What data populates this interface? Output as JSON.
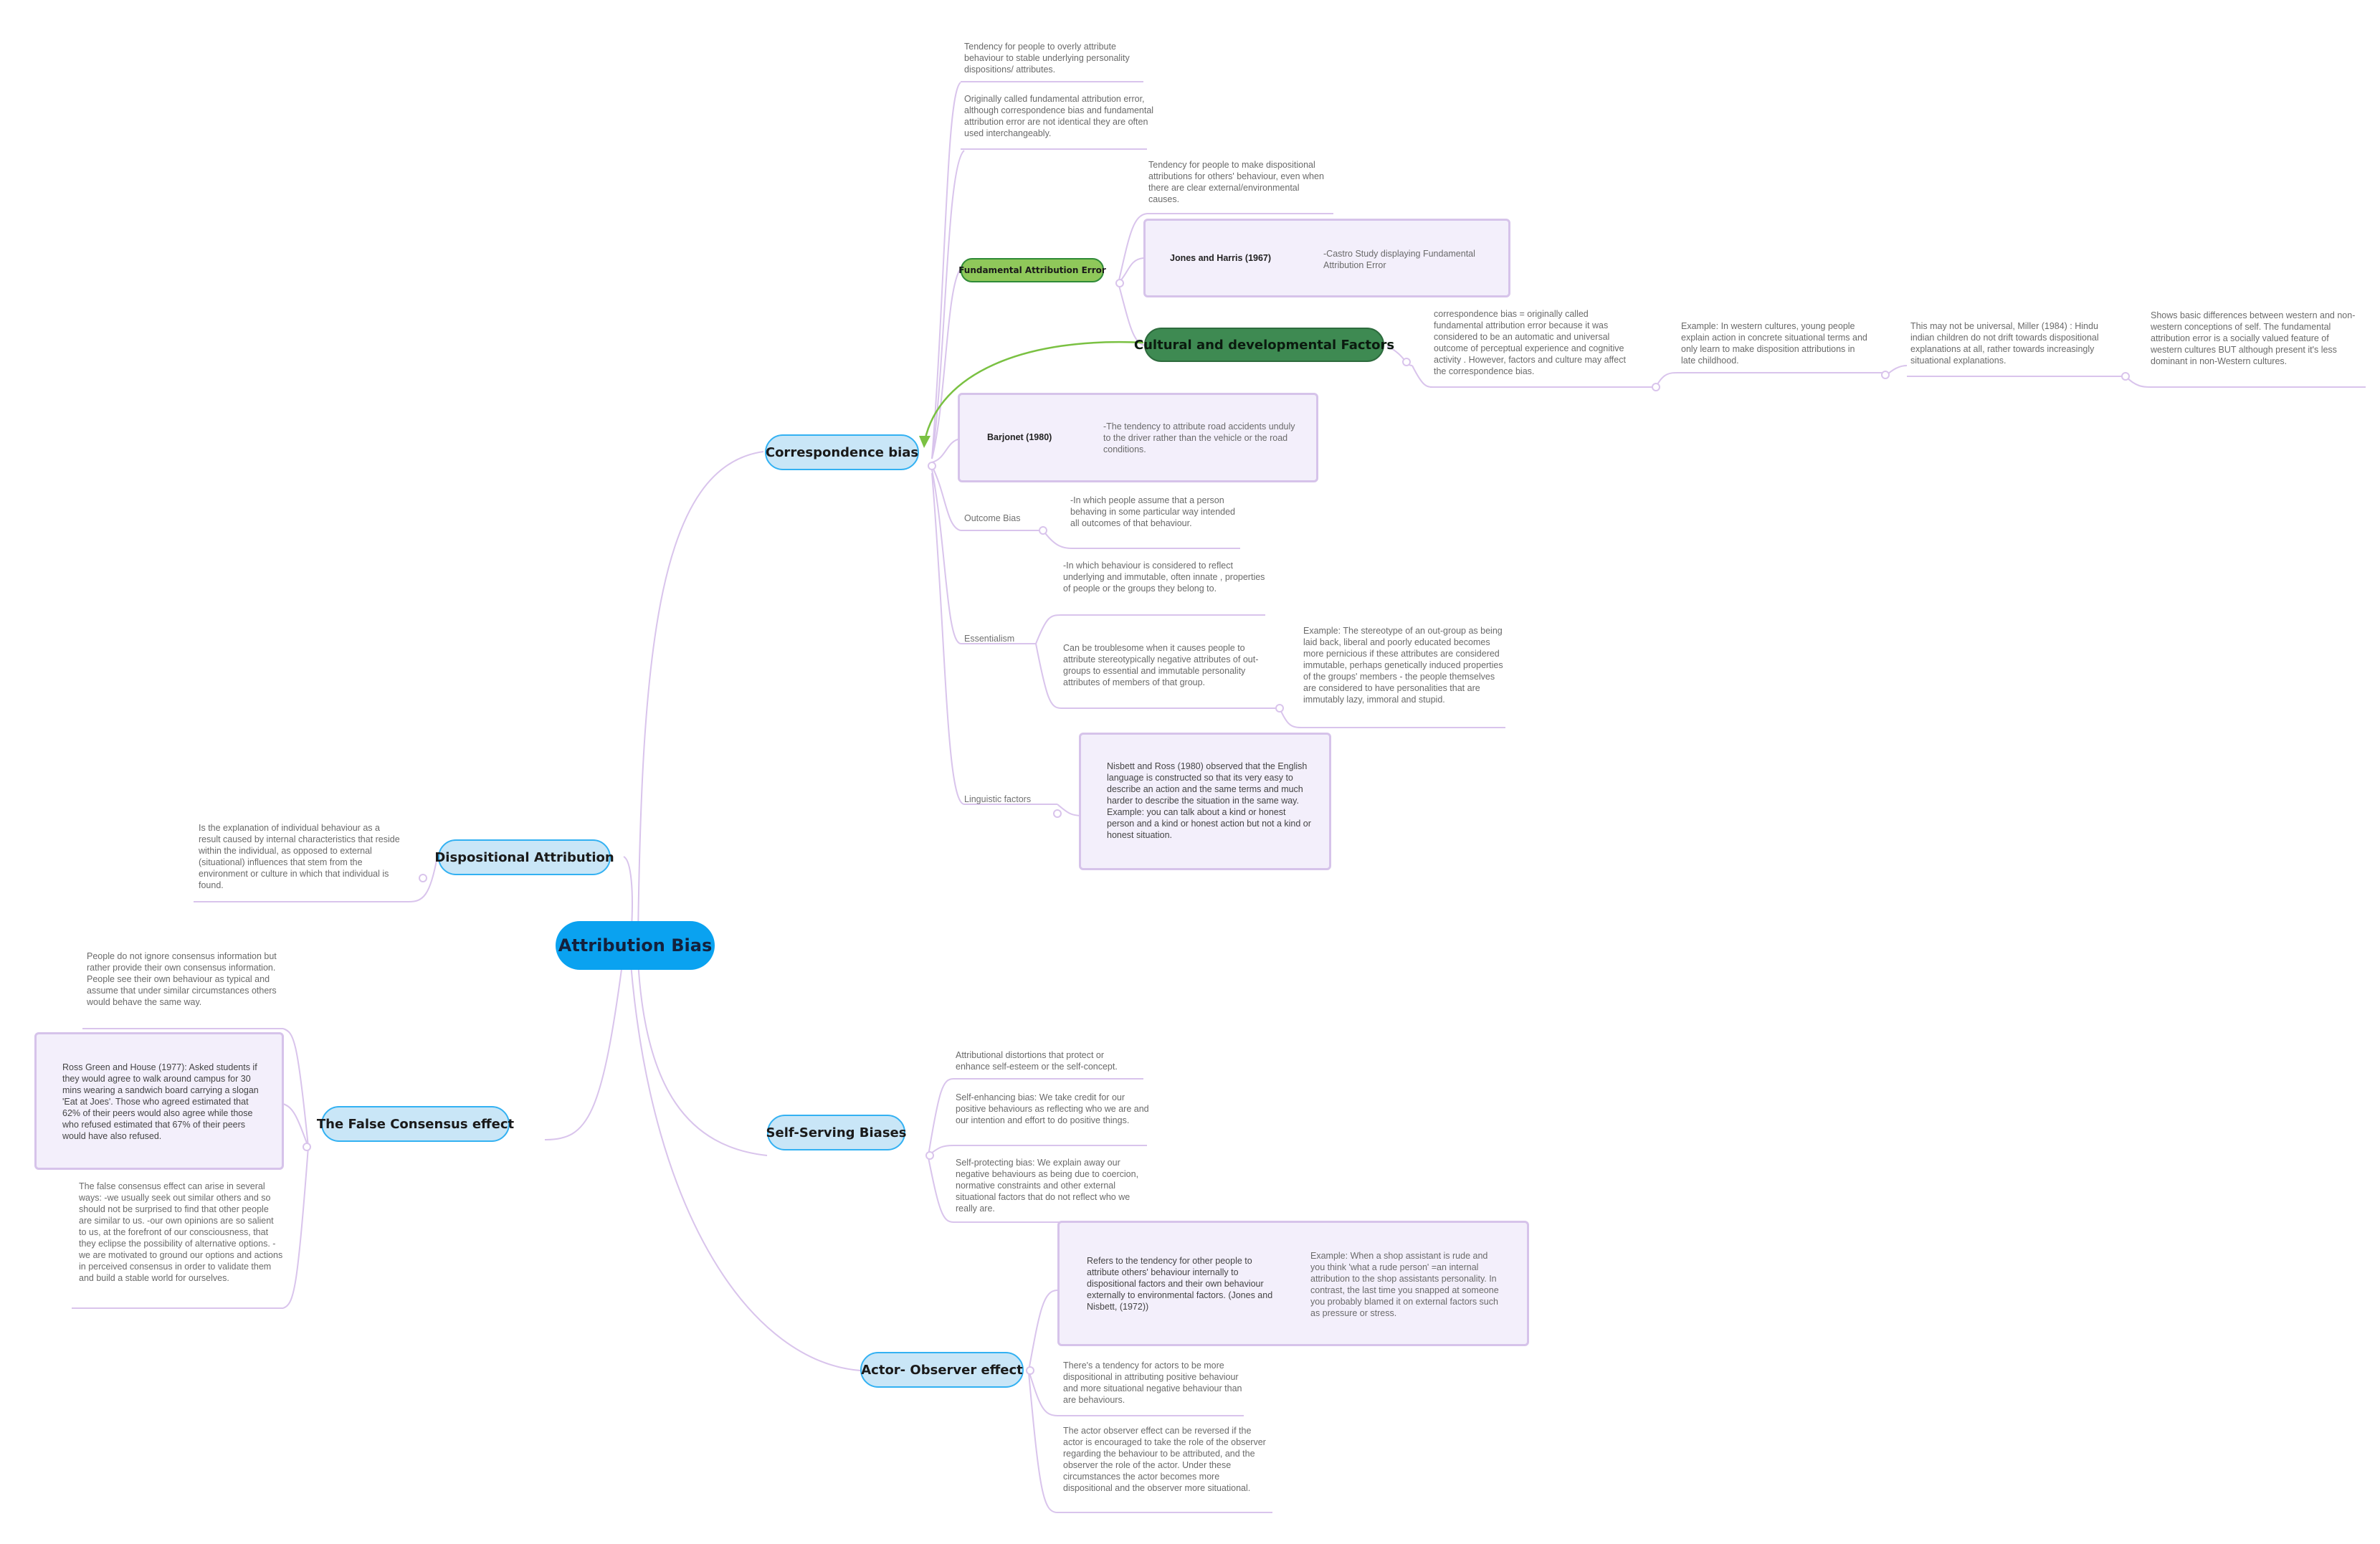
{
  "root": "Attribution Bias",
  "correspondence": {
    "label": "Correspondence bias",
    "def1": "Tendency for people to overly attribute behaviour to stable underlying personality dispositions/ attributes.",
    "def2": "Originally called fundamental attribution error, although correspondence bias and fundamental attribution error are not identical they are often used interchangeably.",
    "fae": {
      "label": "Fundamental Attribution Error",
      "def": "Tendency for people to make dispositional attributions for others' behaviour, even when there are clear external/environmental causes.",
      "study_title": "Jones and Harris (1967)",
      "study_text": "-Castro Study displaying Fundamental Attribution Error"
    },
    "cultural": {
      "label": "Cultural and developmental Factors",
      "t1": "correspondence bias = originally called fundamental attribution error because it was considered to be an automatic and universal outcome of perceptual experience and cognitive activity . However, factors and culture may affect the correspondence bias.",
      "t2": "Example: In western cultures, young people explain action in concrete situational terms and only learn to make disposition attributions in late childhood.",
      "t3": "This may not be universal, Miller (1984) : Hindu indian children do not drift towards dispositional explanations at all, rather towards increasingly situational explanations.",
      "t4": "Shows basic differences between western and non-western conceptions of self. The fundamental attribution error is a socially valued feature of western cultures BUT although present it's less dominant in non-Western cultures."
    },
    "barjonet_title": "Barjonet (1980)",
    "barjonet_text": "-The tendency to attribute road accidents unduly to the driver rather than the vehicle or the road conditions.",
    "outcome_label": "Outcome Bias",
    "outcome_text": "-In which people assume that a person behaving in some particular way intended all outcomes of that behaviour.",
    "essentialism_label": "Essentialism",
    "ess1": "-In which behaviour is considered to reflect underlying and immutable, often innate , properties of people or the groups they belong to.",
    "ess2": "Can be troublesome when it causes people to attribute stereotypically negative attributes of out-groups to essential and immutable personality attributes of members of that group.",
    "ess3": "Example: The stereotype of an out-group as being laid back, liberal and poorly educated becomes more pernicious if these attributes are considered immutable, perhaps genetically induced properties of the groups' members - the people themselves are considered to have personalities that are immutably lazy, immoral and stupid.",
    "linguistic_label": "Linguistic factors",
    "linguistic_text": "Nisbett and Ross (1980) observed that the English language is constructed so that its very easy to describe an action and the same terms and much harder to describe the situation in the same way. Example: you can talk about a kind or honest person and a kind or honest action but not a kind or honest situation."
  },
  "dispositional": {
    "label": "Dispositional Attribution",
    "text": "Is the explanation of individual behaviour as a result caused by internal characteristics that reside within the individual, as opposed to external (situational) influences that stem from the environment or culture in which that individual is found."
  },
  "false_consensus": {
    "label": "The False Consensus effect",
    "t1": "People do not ignore consensus information but rather provide their own consensus information. People see their own behaviour as typical and assume that under similar circumstances others would behave the same way.",
    "t2": "Ross Green and House (1977): Asked students if they would agree to walk around campus for 30 mins wearing a sandwich board carrying a slogan 'Eat at Joes'. Those who agreed estimated that 62% of their peers would also agree while those who refused estimated that 67% of their peers would have also refused.",
    "t3": "The false consensus effect can arise in several ways: -we usually seek out similar others and so should not be surprised to find that other people are similar to us. -our own opinions are so salient to us, at the forefront of our consciousness, that they eclipse the possibility of alternative options. - we are motivated to ground our options and actions in perceived consensus in order to validate them and build a stable world for ourselves."
  },
  "self_serving": {
    "label": "Self-Serving Biases",
    "t1": "Attributional distortions that protect or enhance self-esteem or the self-concept.",
    "t2": "Self-enhancing bias: We take credit for our positive behaviours as reflecting who we are and our intention and effort to do positive things.",
    "t3": "Self-protecting bias: We explain away our negative behaviours as being due to coercion, normative constraints and other external situational factors that do not reflect who we really are."
  },
  "actor_observer": {
    "label": "Actor- Observer effect",
    "t1": "Refers to the tendency for other people to attribute others' behaviour internally to dispositional factors and their own behaviour externally to environmental factors. (Jones and Nisbett, (1972))",
    "t2": "Example: When a shop assistant is rude and you think 'what a rude person' =an internal attribution to the shop assistants personality. In contrast, the last time you snapped at someone you probably blamed it on external factors such as pressure or stress.",
    "t3": "There's a tendency for actors to be more dispositional in attributing positive behaviour and more situational negative behaviour than are behaviours.",
    "t4": "The actor observer effect can be reversed if the actor is encouraged to take the role of the observer regarding the behaviour to be attributed, and the observer the role of the actor. Under these circumstances the actor becomes more dispositional and the observer more situational."
  },
  "colors": {
    "root": "#0aa2f0",
    "topic": "#c9e6f7",
    "topic_border": "#33b1f2",
    "branch": "#d9c4ec",
    "box": "#f3effb",
    "fae": "#8fc85a",
    "cultural": "#3e8a52",
    "arrow": "#7ac142"
  }
}
